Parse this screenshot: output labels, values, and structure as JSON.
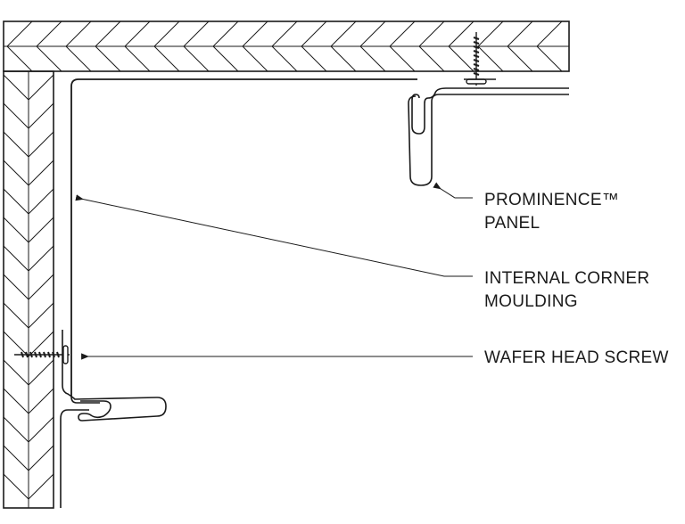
{
  "labels": {
    "panel_line1": "PROMINENCE™",
    "panel_line2": "PANEL",
    "moulding_line1": "INTERNAL CORNER",
    "moulding_line2": "MOULDING",
    "screw": "WAFER HEAD SCREW"
  },
  "colors": {
    "line": "#1a1a1a",
    "background": "#ffffff"
  },
  "components": [
    {
      "name": "ceiling-substrate",
      "pattern": "herringbone-hatch"
    },
    {
      "name": "wall-substrate",
      "pattern": "herringbone-hatch"
    },
    {
      "name": "prominence-panel"
    },
    {
      "name": "internal-corner-moulding"
    },
    {
      "name": "wafer-head-screw-ceiling"
    },
    {
      "name": "wafer-head-screw-wall"
    }
  ]
}
